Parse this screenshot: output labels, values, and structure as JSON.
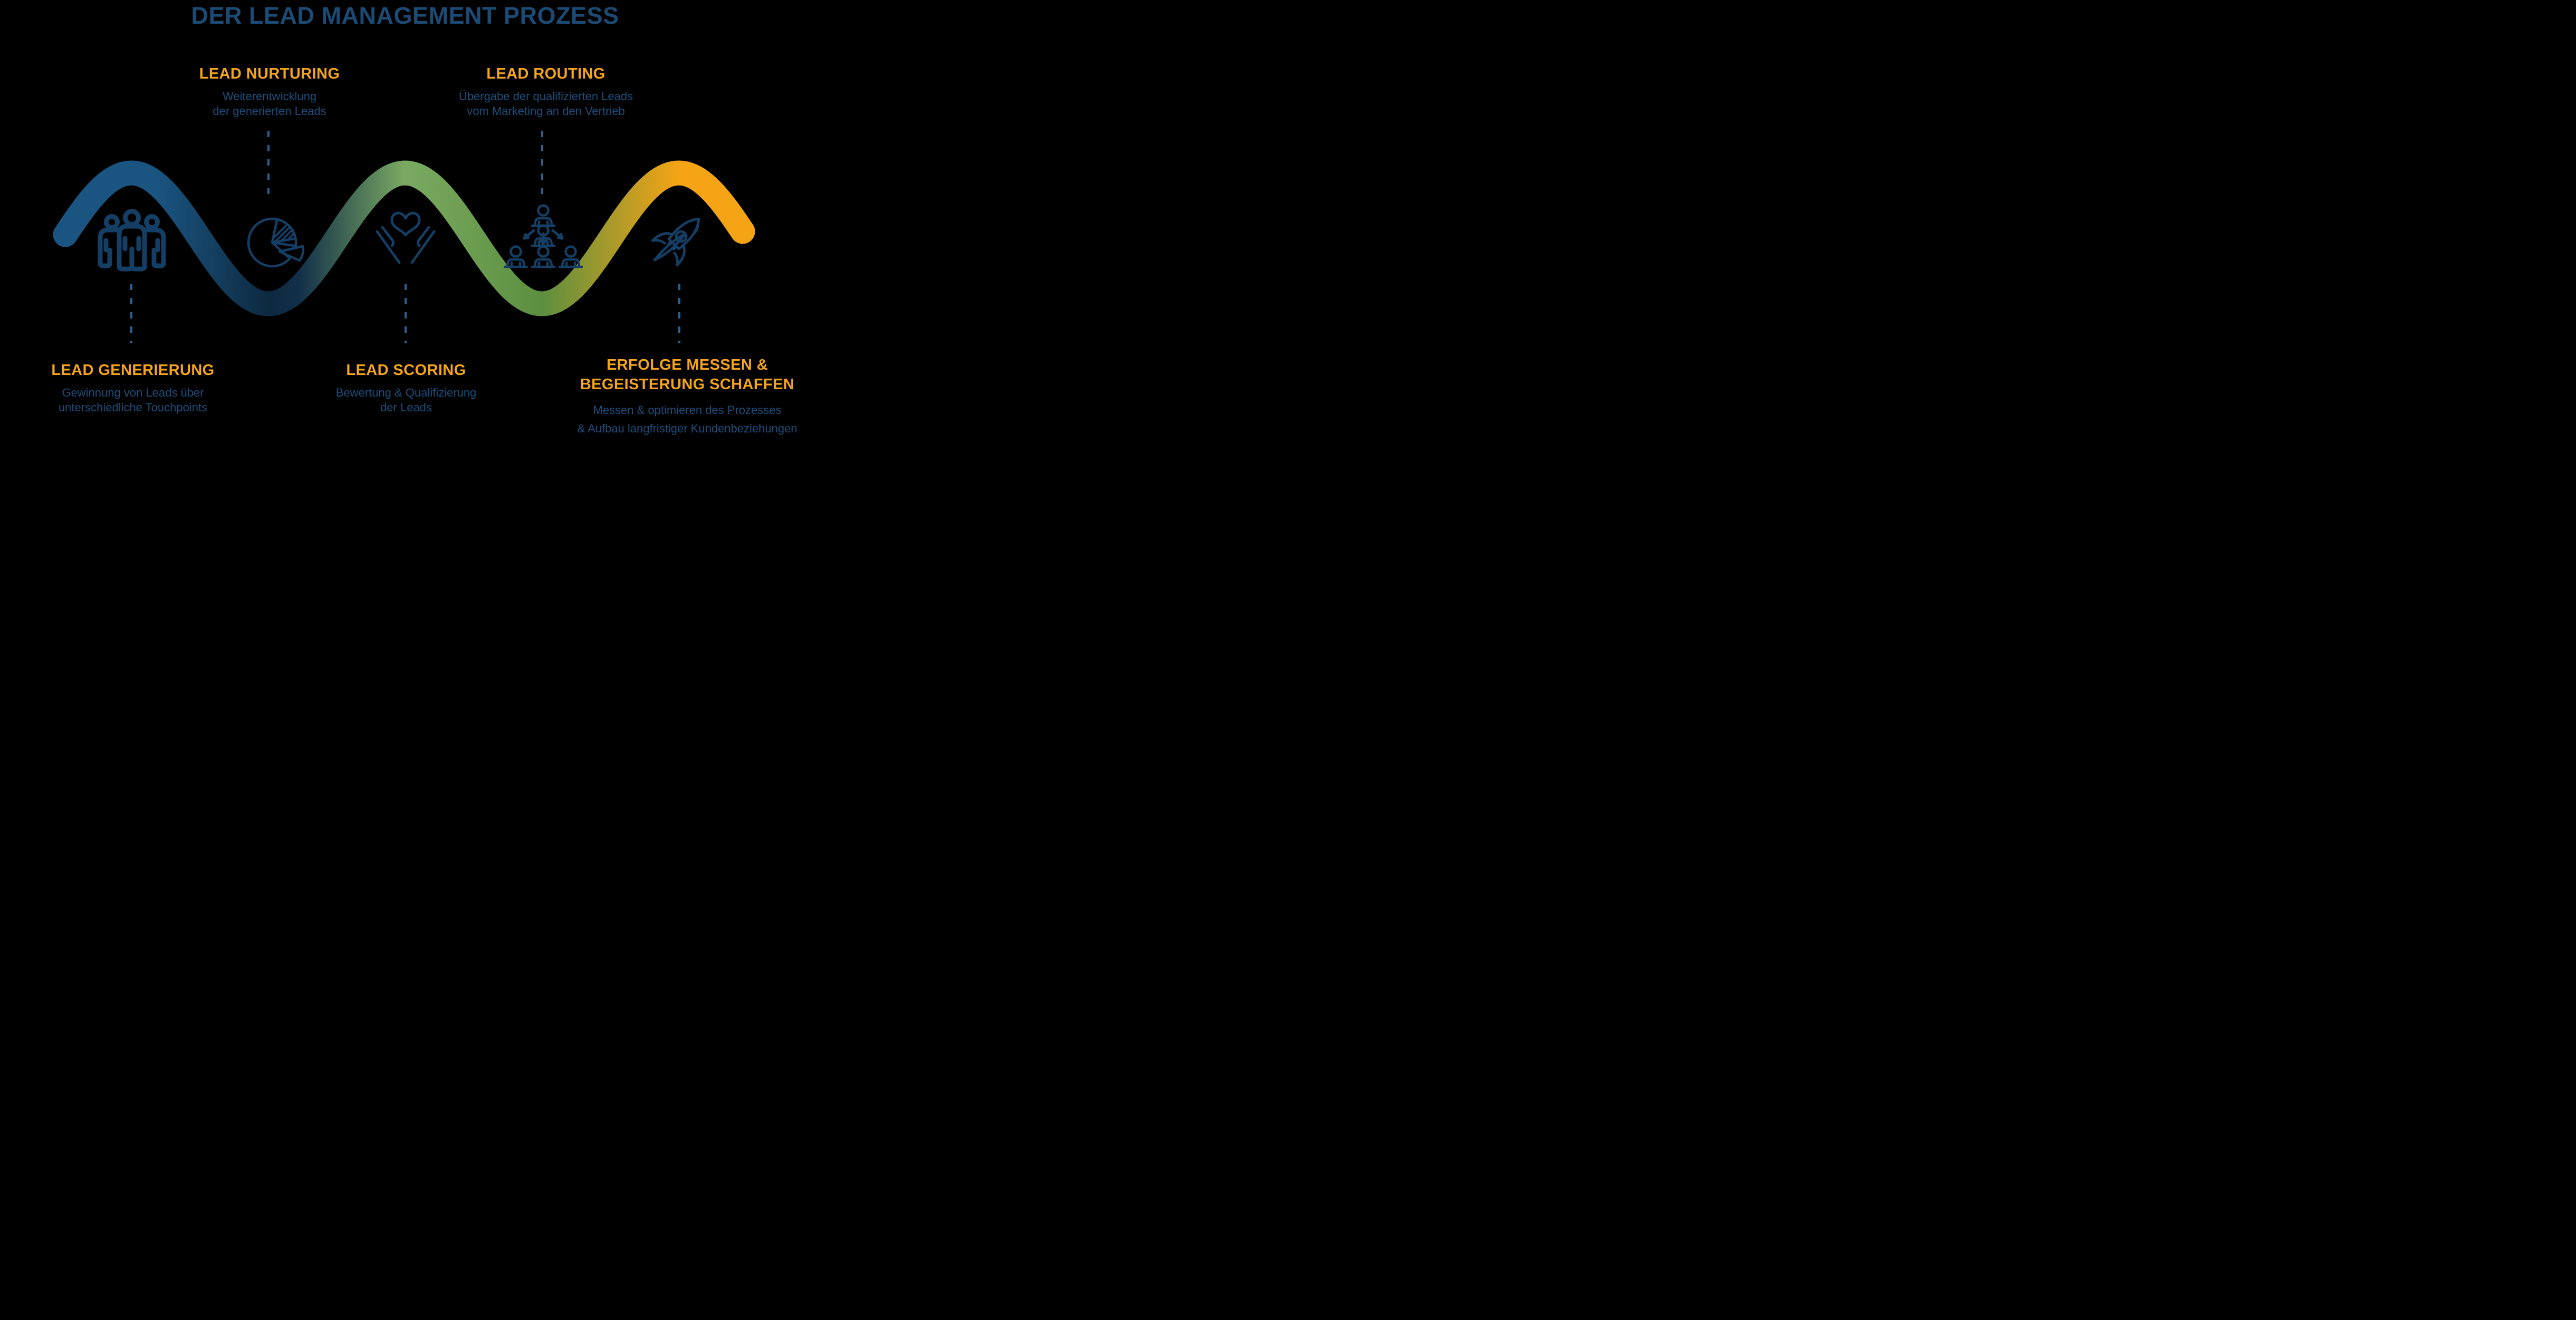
{
  "title": "DER LEAD MANAGEMENT PROZESS",
  "colors": {
    "background": "#000000",
    "title_navy": "#1B4A74",
    "stage_heading_orange": "#F5A41C",
    "description_blue": "#1C4E7C",
    "icon_navy": "#153E64",
    "connector_blue": "#2B6190",
    "wave_blue": "#1A5480",
    "wave_dark_navy": "#0D2940",
    "wave_green_light": "#7AAA62",
    "wave_green_dark": "#5C8F3F",
    "wave_orange": "#F5A416"
  },
  "stages": [
    {
      "name": "lead-generierung",
      "label_lines": [
        "LEAD GENERIERUNG"
      ],
      "desc_lines": [
        "Gewinnung von Leads über",
        "unterschiedliche Touchpoints"
      ],
      "icon": "people-group-icon",
      "label_position": "bottom"
    },
    {
      "name": "lead-nurturing",
      "label_lines": [
        "LEAD NURTURING"
      ],
      "desc_lines": [
        "Weiterentwicklung",
        "der generierten Leads"
      ],
      "icon": "pie-chart-icon",
      "label_position": "top"
    },
    {
      "name": "lead-scoring",
      "label_lines": [
        "LEAD SCORING"
      ],
      "desc_lines": [
        "Bewertung & Qualifizierung",
        "der Leads"
      ],
      "icon": "heart-in-hands-icon",
      "label_position": "bottom"
    },
    {
      "name": "lead-routing",
      "label_lines": [
        "LEAD ROUTING"
      ],
      "desc_lines": [
        "Übergabe der qualifizierten Leads",
        "vom Marketing an den Vertrieb"
      ],
      "icon": "lead-distribution-icon",
      "label_position": "top"
    },
    {
      "name": "erfolge-messen",
      "label_lines": [
        "ERFOLGE MESSEN &",
        "BEGEISTERUNG SCHAFFEN"
      ],
      "desc_lines": [
        "Messen & optimieren des Prozesses",
        "& Aufbau langfristiger Kundenbeziehungen"
      ],
      "icon": "rocket-icon",
      "label_position": "bottom"
    }
  ]
}
